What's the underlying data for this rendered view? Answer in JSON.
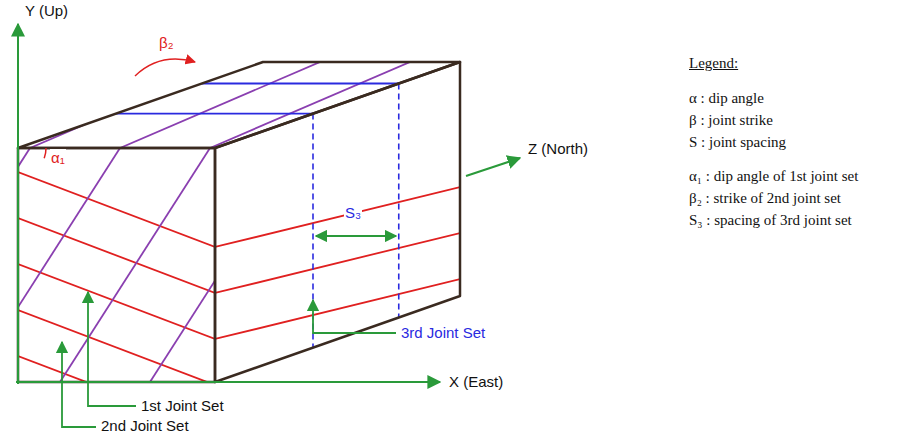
{
  "diagram": {
    "labels": [
      "Y (Up)",
      "β₂",
      "Z (North)",
      "α₁",
      "S₃",
      "3rd Joint Set",
      "X (East)",
      "1st Joint Set",
      "2nd Joint Set",
      "Legend:",
      "α : dip angle",
      "β : joint strike",
      "S : joint spacing",
      "α₁ : dip angle of 1st joint set",
      "β₂ : strike of 2nd joint set",
      "S₃ : spacing of 3rd joint set"
    ]
  }
}
